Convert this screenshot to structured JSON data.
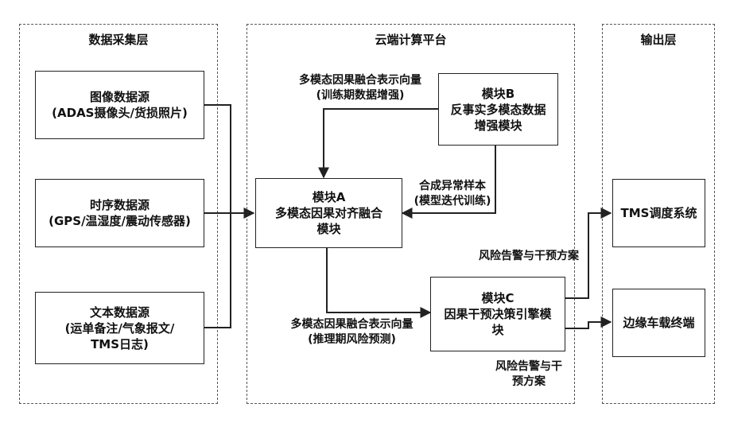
{
  "layers": {
    "collection": "数据采集层",
    "cloud": "云端计算平台",
    "output": "输出层"
  },
  "sources": {
    "image": {
      "line1": "图像数据源",
      "line2": "(ADAS摄像头/货损照片)"
    },
    "timeseries": {
      "line1": "时序数据源",
      "line2": "(GPS/温湿度/震动传感器)"
    },
    "text": {
      "line1": "文本数据源",
      "line2": "(运单备注/气象报文/",
      "line3": "TMS日志)"
    }
  },
  "modules": {
    "a": {
      "line1": "模块A",
      "line2": "多模态因果对齐融合",
      "line3": "模块"
    },
    "b": {
      "line1": "模块B",
      "line2": "反事实多模态数据",
      "line3": "增强模块"
    },
    "c": {
      "line1": "模块C",
      "line2": "因果干预决策引擎模",
      "line3": "块"
    }
  },
  "outputs": {
    "tms": "TMS调度系统",
    "edge": "边缘车载终端"
  },
  "labels": {
    "train_vec_1": "多模态因果融合表示向量",
    "train_vec_2": "(训练期数据增强)",
    "synth_1": "合成异常样本",
    "synth_2": "(模型迭代训练)",
    "infer_vec_1": "多模态因果融合表示向量",
    "infer_vec_2": "(推理期风险预测)",
    "risk_upper": "风险告警与干预方案",
    "risk_lower_1": "风险告警与干",
    "risk_lower_2": "预方案"
  }
}
